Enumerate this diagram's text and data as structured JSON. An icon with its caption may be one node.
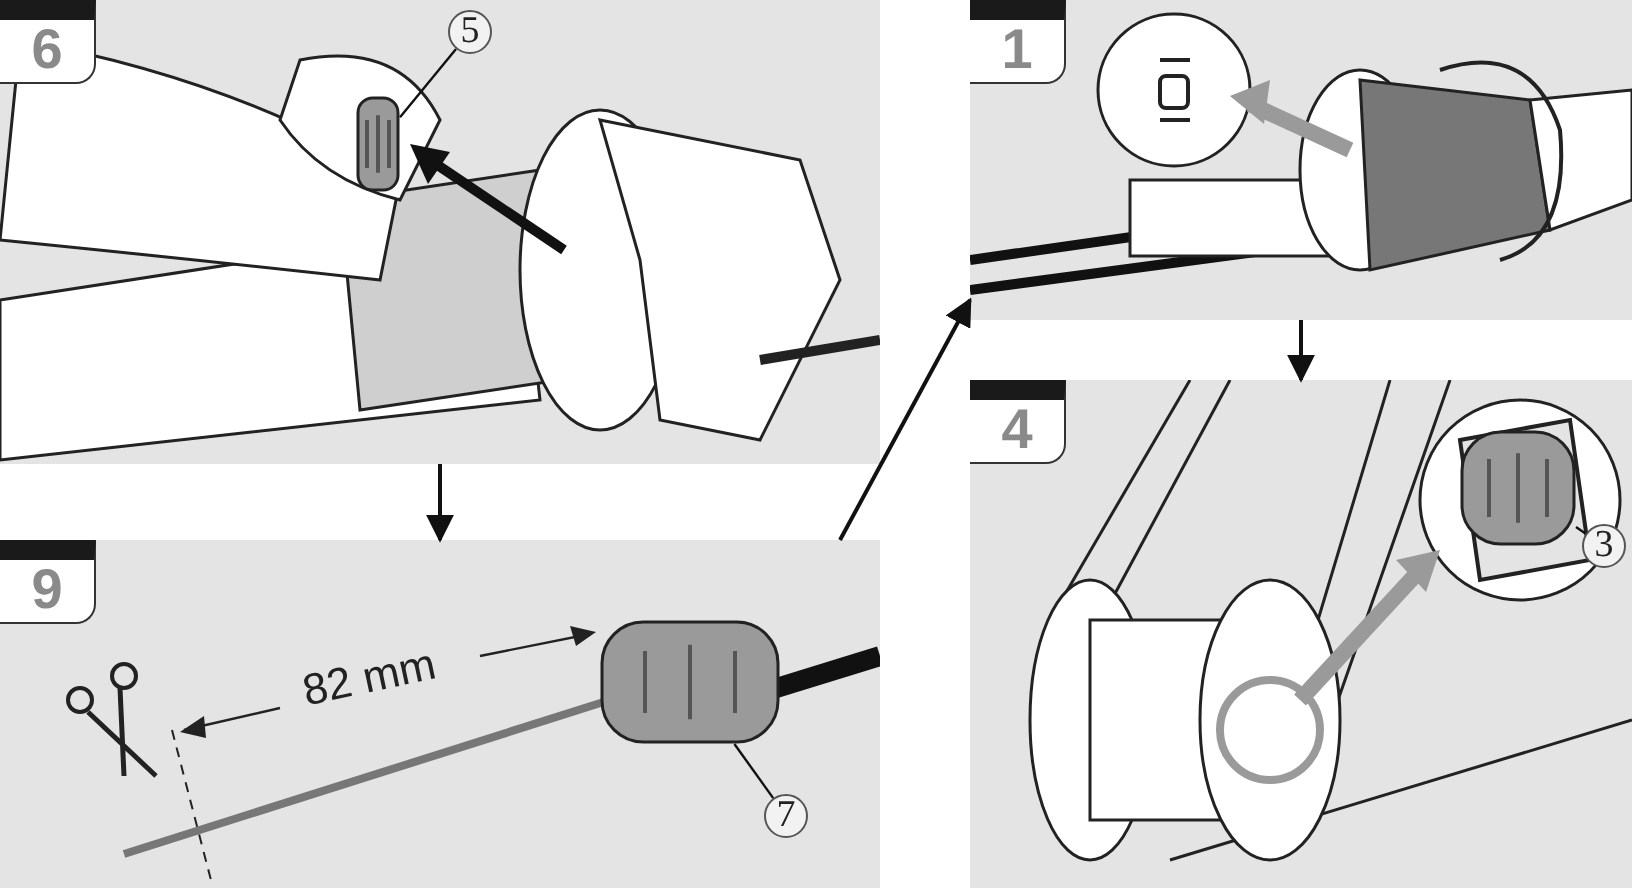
{
  "diagram": {
    "nodes": [
      {
        "text": [
          "6"
        ]
      },
      {
        "text": [
          "5"
        ],
        "in": 0
      },
      {
        "text": [],
        "shape": "picture",
        "in": 0
      },
      {
        "text": [
          "9"
        ]
      },
      {
        "text": [
          "7"
        ],
        "in": 3
      },
      {
        "text": [],
        "shape": "picture",
        "in": 3
      },
      {
        "text": [
          "1"
        ]
      },
      {
        "text": [
          "4"
        ]
      },
      {
        "text": [
          "3"
        ],
        "in": 7
      },
      {
        "text": [],
        "shape": "picture",
        "in": 7
      }
    ],
    "edges": [
      {
        "from": 0,
        "to": 3,
        "arrow": "to"
      },
      {
        "from": 3,
        "to": 6,
        "arrow": "to"
      },
      {
        "from": 6,
        "to": 7,
        "arrow": "to"
      },
      {
        "from": 1,
        "to": 2,
        "arrow": "none"
      },
      {
        "from": 4,
        "to": 5,
        "arrow": "none"
      },
      {
        "from": 8,
        "to": 9,
        "arrow": "none"
      }
    ],
    "labels": [
      "82 mm"
    ]
  }
}
